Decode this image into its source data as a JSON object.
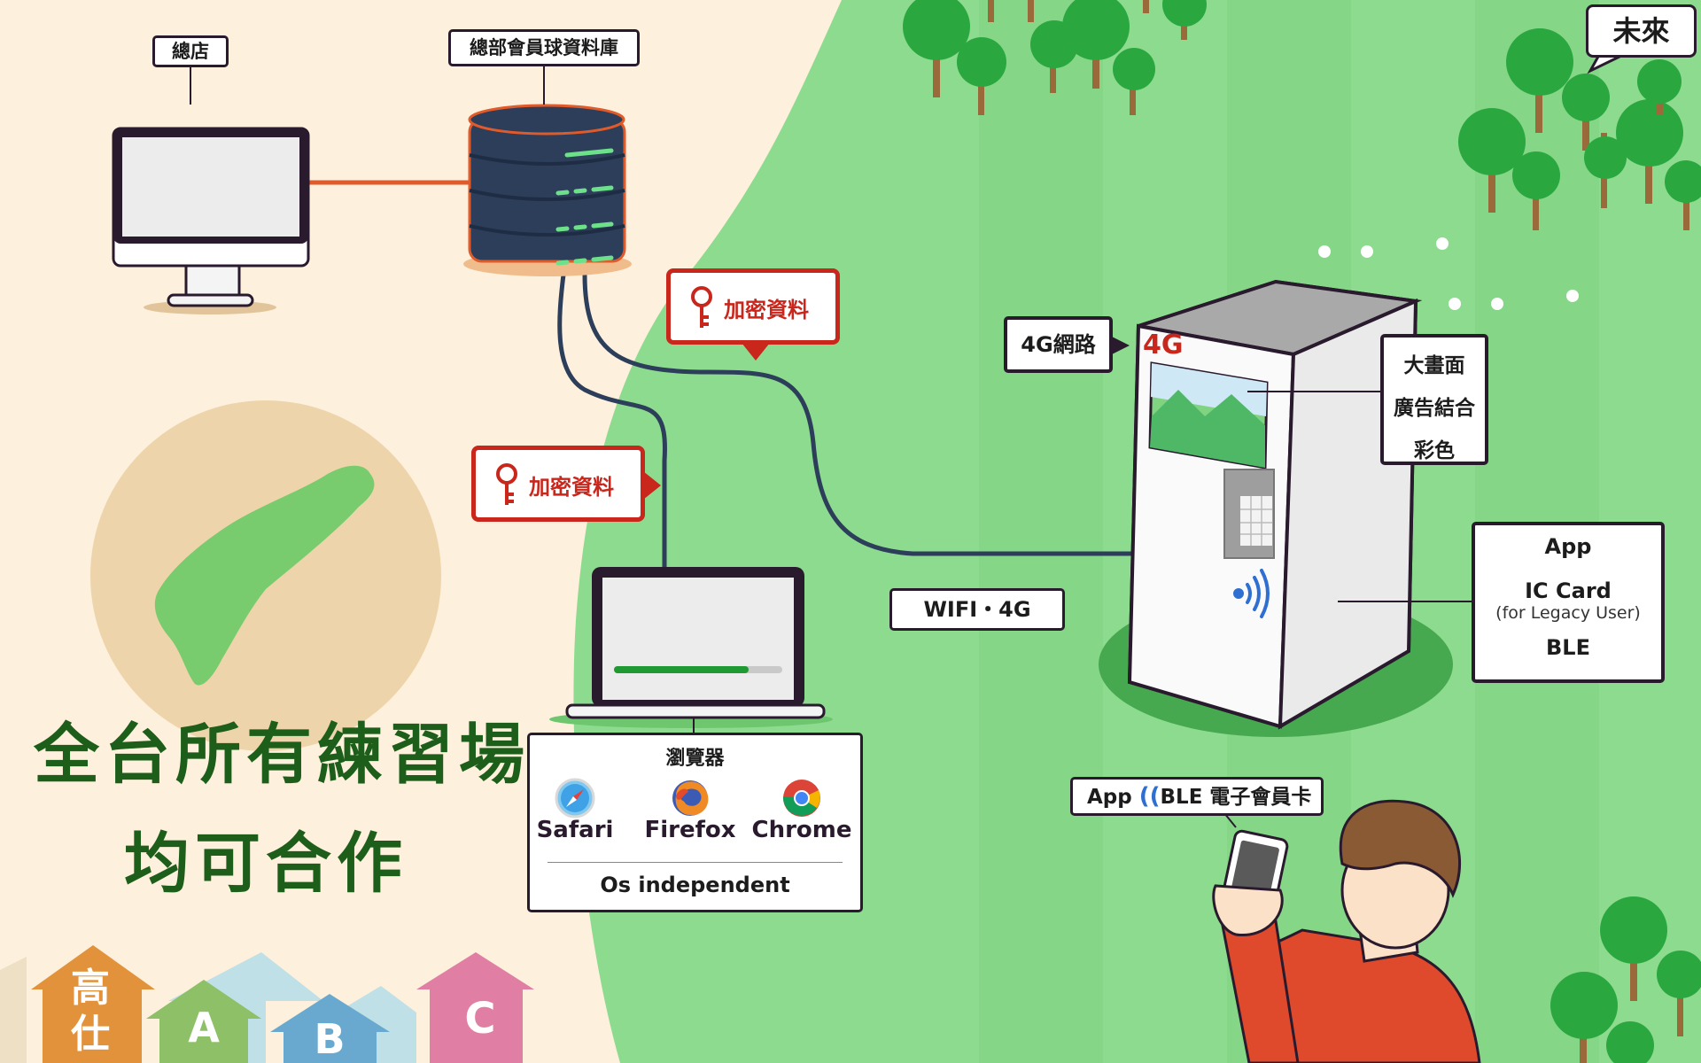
{
  "labels": {
    "head_store": "總店",
    "hq_db": "總部會員球資料庫",
    "encrypted_1": "加密資料",
    "encrypted_2": "加密資料",
    "future": "未來",
    "network_4g": "4G網路",
    "kiosk_4g_mark": "4G",
    "screen_line1": "大畫面",
    "screen_line2": "廣告結合",
    "screen_line3": "彩色",
    "features_app": "App",
    "features_ic": "IC Card",
    "features_legacy": "(for Legacy User)",
    "features_ble": "BLE",
    "wifi_4g": "WIFI・4G",
    "browser_title": "瀏覽器",
    "os_independent": "Os independent",
    "app_card_app": "App",
    "app_card_text": "BLE 電子會員卡"
  },
  "browsers": [
    {
      "name": "Safari",
      "icon": "safari-icon"
    },
    {
      "name": "Firefox",
      "icon": "firefox-icon"
    },
    {
      "name": "Chrome",
      "icon": "chrome-icon"
    }
  ],
  "headline": {
    "line1": "全台所有練習場",
    "line2": "均可合作"
  },
  "houses": [
    {
      "label_1": "高",
      "label_2": "仕",
      "color": "#e2923b"
    },
    {
      "label": "A",
      "color": "#8dc067"
    },
    {
      "label": "B",
      "color": "#6aa9cf"
    },
    {
      "label": "C",
      "color": "#e07fa3"
    }
  ],
  "laptop_progress": 0.8,
  "colors": {
    "background_left": "#fdf0dc",
    "grass": "#8ddb8e",
    "encrypted_red": "#c9261c",
    "headline_green": "#1d5e1b",
    "server_navy": "#2c3e5a",
    "link_orange": "#e05a2a"
  }
}
